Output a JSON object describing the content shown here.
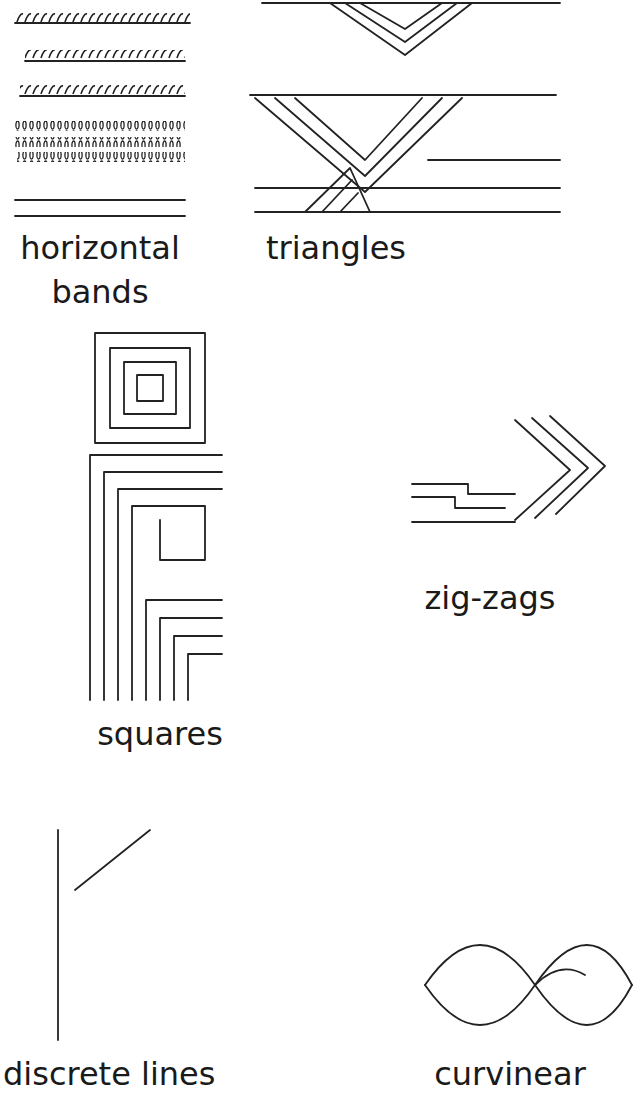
{
  "diagram": {
    "labels": [
      "horizontal bands",
      "triangles",
      "squares",
      "zig-zags",
      "discrete lines",
      "curvinear"
    ]
  }
}
